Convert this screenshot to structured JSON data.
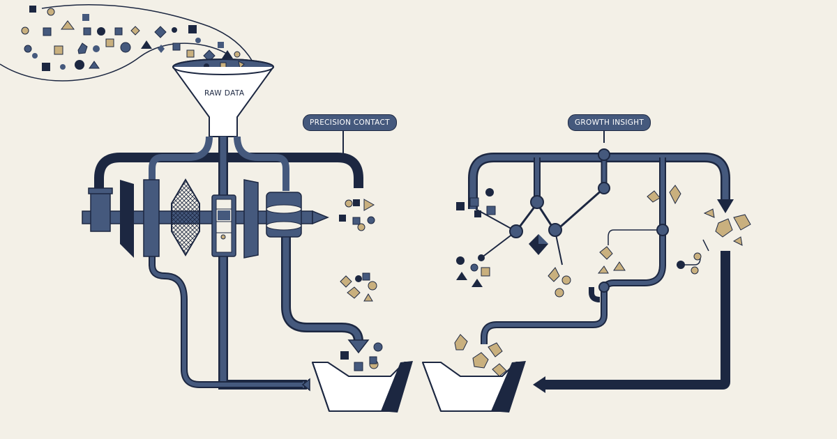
{
  "labels": {
    "raw_data": "RAW DATA",
    "precision_contact": "PRECISION CONTACT",
    "growth_insight": "GROWTH INSIGHT"
  },
  "colors": {
    "background": "#f3f0e7",
    "navy": "#1c2741",
    "slate_blue": "#45597d",
    "gold": "#c9b07e",
    "outline": "#1c2741",
    "white": "#ffffff"
  }
}
